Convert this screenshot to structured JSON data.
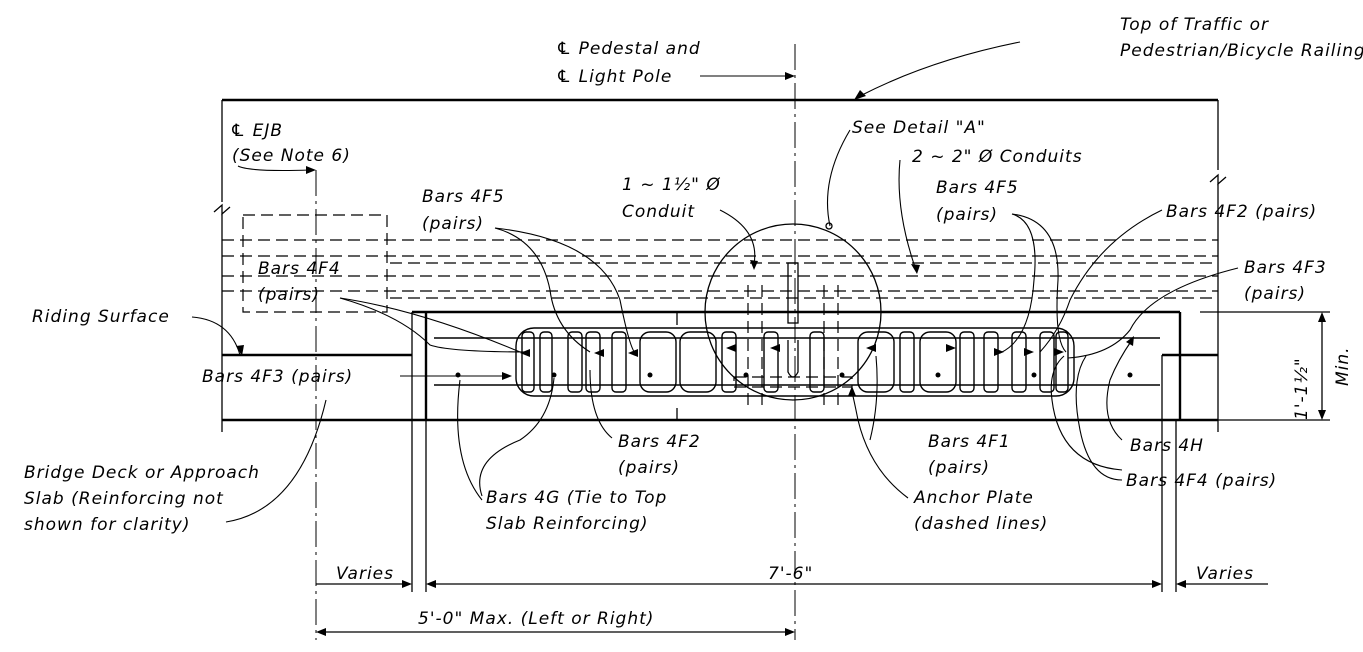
{
  "labels": {
    "cl_pedestal_1": "℄ Pedestal and",
    "cl_pedestal_2": "℄ Light Pole",
    "top_railing_1": "Top of Traffic or",
    "top_railing_2": "Pedestrian/Bicycle Railing",
    "cl_ejb_1": "℄ EJB",
    "cl_ejb_2": "(See Note 6)",
    "see_detail": "See Detail \"A\"",
    "conduits_2": "2 ~ 2\" Ø Conduits",
    "conduit_1_a": "1 ~ 1½\" Ø",
    "conduit_1_b": "Conduit",
    "bars_4f5_left_1": "Bars 4F5",
    "bars_4f5_left_2": "(pairs)",
    "bars_4f5_right_1": "Bars 4F5",
    "bars_4f5_right_2": "(pairs)",
    "bars_4f2_top": "Bars 4F2 (pairs)",
    "bars_4f3_right_1": "Bars 4F3",
    "bars_4f3_right_2": "(pairs)",
    "bars_4f4_left_1": "Bars 4F4",
    "bars_4f4_left_2": "(pairs)",
    "riding_surface": "Riding Surface",
    "bars_4f3_left": "Bars 4F3 (pairs)",
    "dim_height": "1'-1½\"",
    "dim_min": "Min.",
    "bars_4f2_bottom_1": "Bars 4F2",
    "bars_4f2_bottom_2": "(pairs)",
    "bars_4f1_1": "Bars 4F1",
    "bars_4f1_2": "(pairs)",
    "bars_4h": "Bars 4H",
    "bars_4f4_right": "Bars 4F4 (pairs)",
    "bars_4g_1": "Bars 4G (Tie to Top",
    "bars_4g_2": "Slab Reinforcing)",
    "anchor_plate_1": "Anchor Plate",
    "anchor_plate_2": "(dashed lines)",
    "bridge_deck_1": "Bridge Deck or Approach",
    "bridge_deck_2": "Slab (Reinforcing not",
    "bridge_deck_3": "shown for clarity)",
    "varies_left": "Varies",
    "dim_length": "7'-6\"",
    "varies_right": "Varies",
    "dim_max": "5'-0\" Max. (Left or Right)"
  }
}
